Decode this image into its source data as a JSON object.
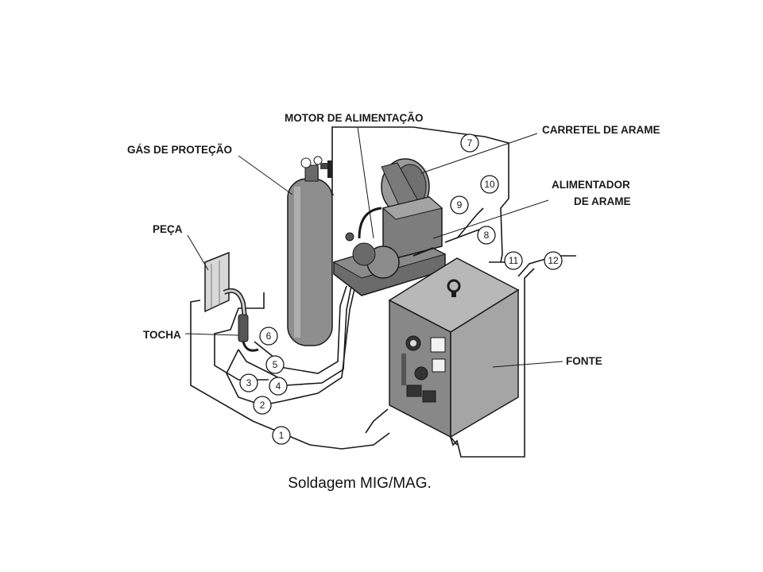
{
  "labels": {
    "gas": "GÁS DE PROTEÇÃO",
    "motor": "MOTOR DE ALIMENTAÇÃO",
    "carretel": "CARRETEL DE ARAME",
    "alimentador_1": "ALIMENTADOR",
    "alimentador_2": "DE ARAME",
    "peca": "PEÇA",
    "tocha": "TOCHA",
    "fonte": "FONTE"
  },
  "callouts": [
    "1",
    "2",
    "3",
    "4",
    "5",
    "6",
    "7",
    "8",
    "9",
    "10",
    "11",
    "12"
  ],
  "caption": "Soldagem MIG/MAG."
}
